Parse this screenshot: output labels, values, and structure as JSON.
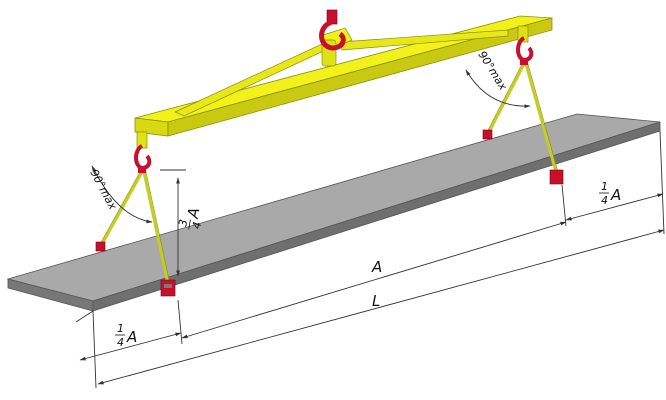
{
  "labels": {
    "dim_A": "A",
    "dim_L": "L",
    "angle_left": "90°max",
    "angle_right": "90°max"
  },
  "fractions": {
    "quarter_left": {
      "num": "1",
      "den": "4",
      "sym": "A"
    },
    "quarter_right": {
      "num": "1",
      "den": "4",
      "sym": "A"
    },
    "three_quarter": {
      "num": "3",
      "den": "4",
      "sym": "A"
    }
  },
  "colors": {
    "beam": "#f2f21a",
    "beam_shadow": "#b9b90e",
    "hook": "#c8102e",
    "plate_top": "#a9a9a9",
    "plate_side": "#6f6f6f",
    "clamp": "#c8102e"
  }
}
